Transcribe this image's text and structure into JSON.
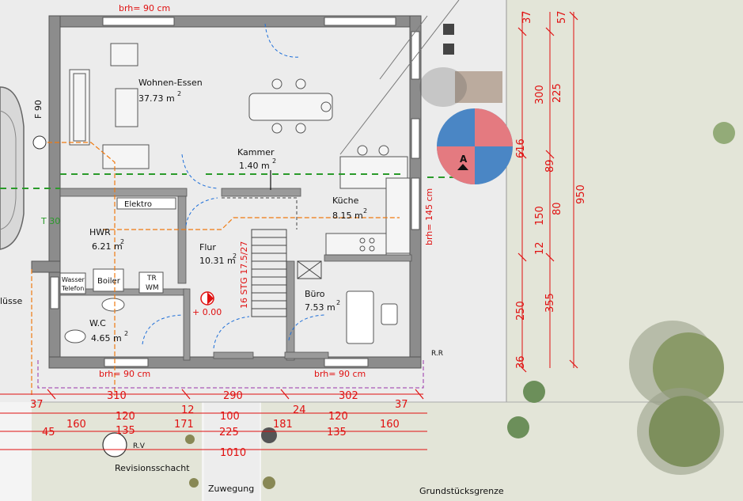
{
  "rooms": {
    "wohnen": {
      "name": "Wohnen-Essen",
      "area": "37.73 m",
      "sup": "2"
    },
    "kammer": {
      "name": "Kammer",
      "area": "1.40 m",
      "sup": "2"
    },
    "kueche": {
      "name": "Küche",
      "area": "8.15 m",
      "sup": "2"
    },
    "hwr": {
      "name": "HWR",
      "area": "6.21 m",
      "sup": "2"
    },
    "flur": {
      "name": "Flur",
      "area": "10.31 m",
      "sup": "2"
    },
    "buero": {
      "name": "Büro",
      "area": "7.53 m",
      "sup": "2"
    },
    "wc": {
      "name": "W.C",
      "area": "4.65 m",
      "sup": "2"
    }
  },
  "fixtures": {
    "elektro": "Elektro",
    "wasser": "Wasser",
    "telefon": "Telefon",
    "boiler": "Boiler",
    "tr": "TR",
    "wm": "WM"
  },
  "annotations": {
    "brh_top": "brh= 90 cm",
    "brh_bottom_left": "brh= 90 cm",
    "brh_bottom_right": "brh= 90 cm",
    "brh_right": "brh= 145 cm",
    "f90": "F 90",
    "t30": "T 30",
    "stairs": "16 STG  17.5/27",
    "level": "+ 0.00",
    "rr": "R.R",
    "rv": "R.V",
    "revision": "Revisionsschacht",
    "zuwegung": "Zuwegung",
    "grenze": "Grundstücksgrenze",
    "anschluesse": "lüsse",
    "point_a": "A"
  },
  "dims_bottom": {
    "row1": [
      "310",
      "290",
      "302"
    ],
    "row1_small": [
      "37",
      "12",
      "24",
      "37"
    ],
    "row2": [
      "160",
      "120",
      "171",
      "100",
      "181",
      "120",
      "160"
    ],
    "row2_small": [
      "45"
    ],
    "row3": [
      "135",
      "225",
      "135"
    ],
    "total": "1010"
  },
  "dims_right": {
    "col1": [
      "37",
      "616",
      "150",
      "12",
      "250",
      "36"
    ],
    "col2": [
      "57",
      "300",
      "225",
      "89",
      "80",
      "355"
    ],
    "total": "950"
  },
  "colors": {
    "wall": "#8c8c8c",
    "dimension": "#e01010",
    "pipe": "#f07a10",
    "window": "#2a9a2a",
    "door": "#1e6fd9",
    "lawn": "#e4e6da",
    "paving": "#e9e9ea"
  }
}
